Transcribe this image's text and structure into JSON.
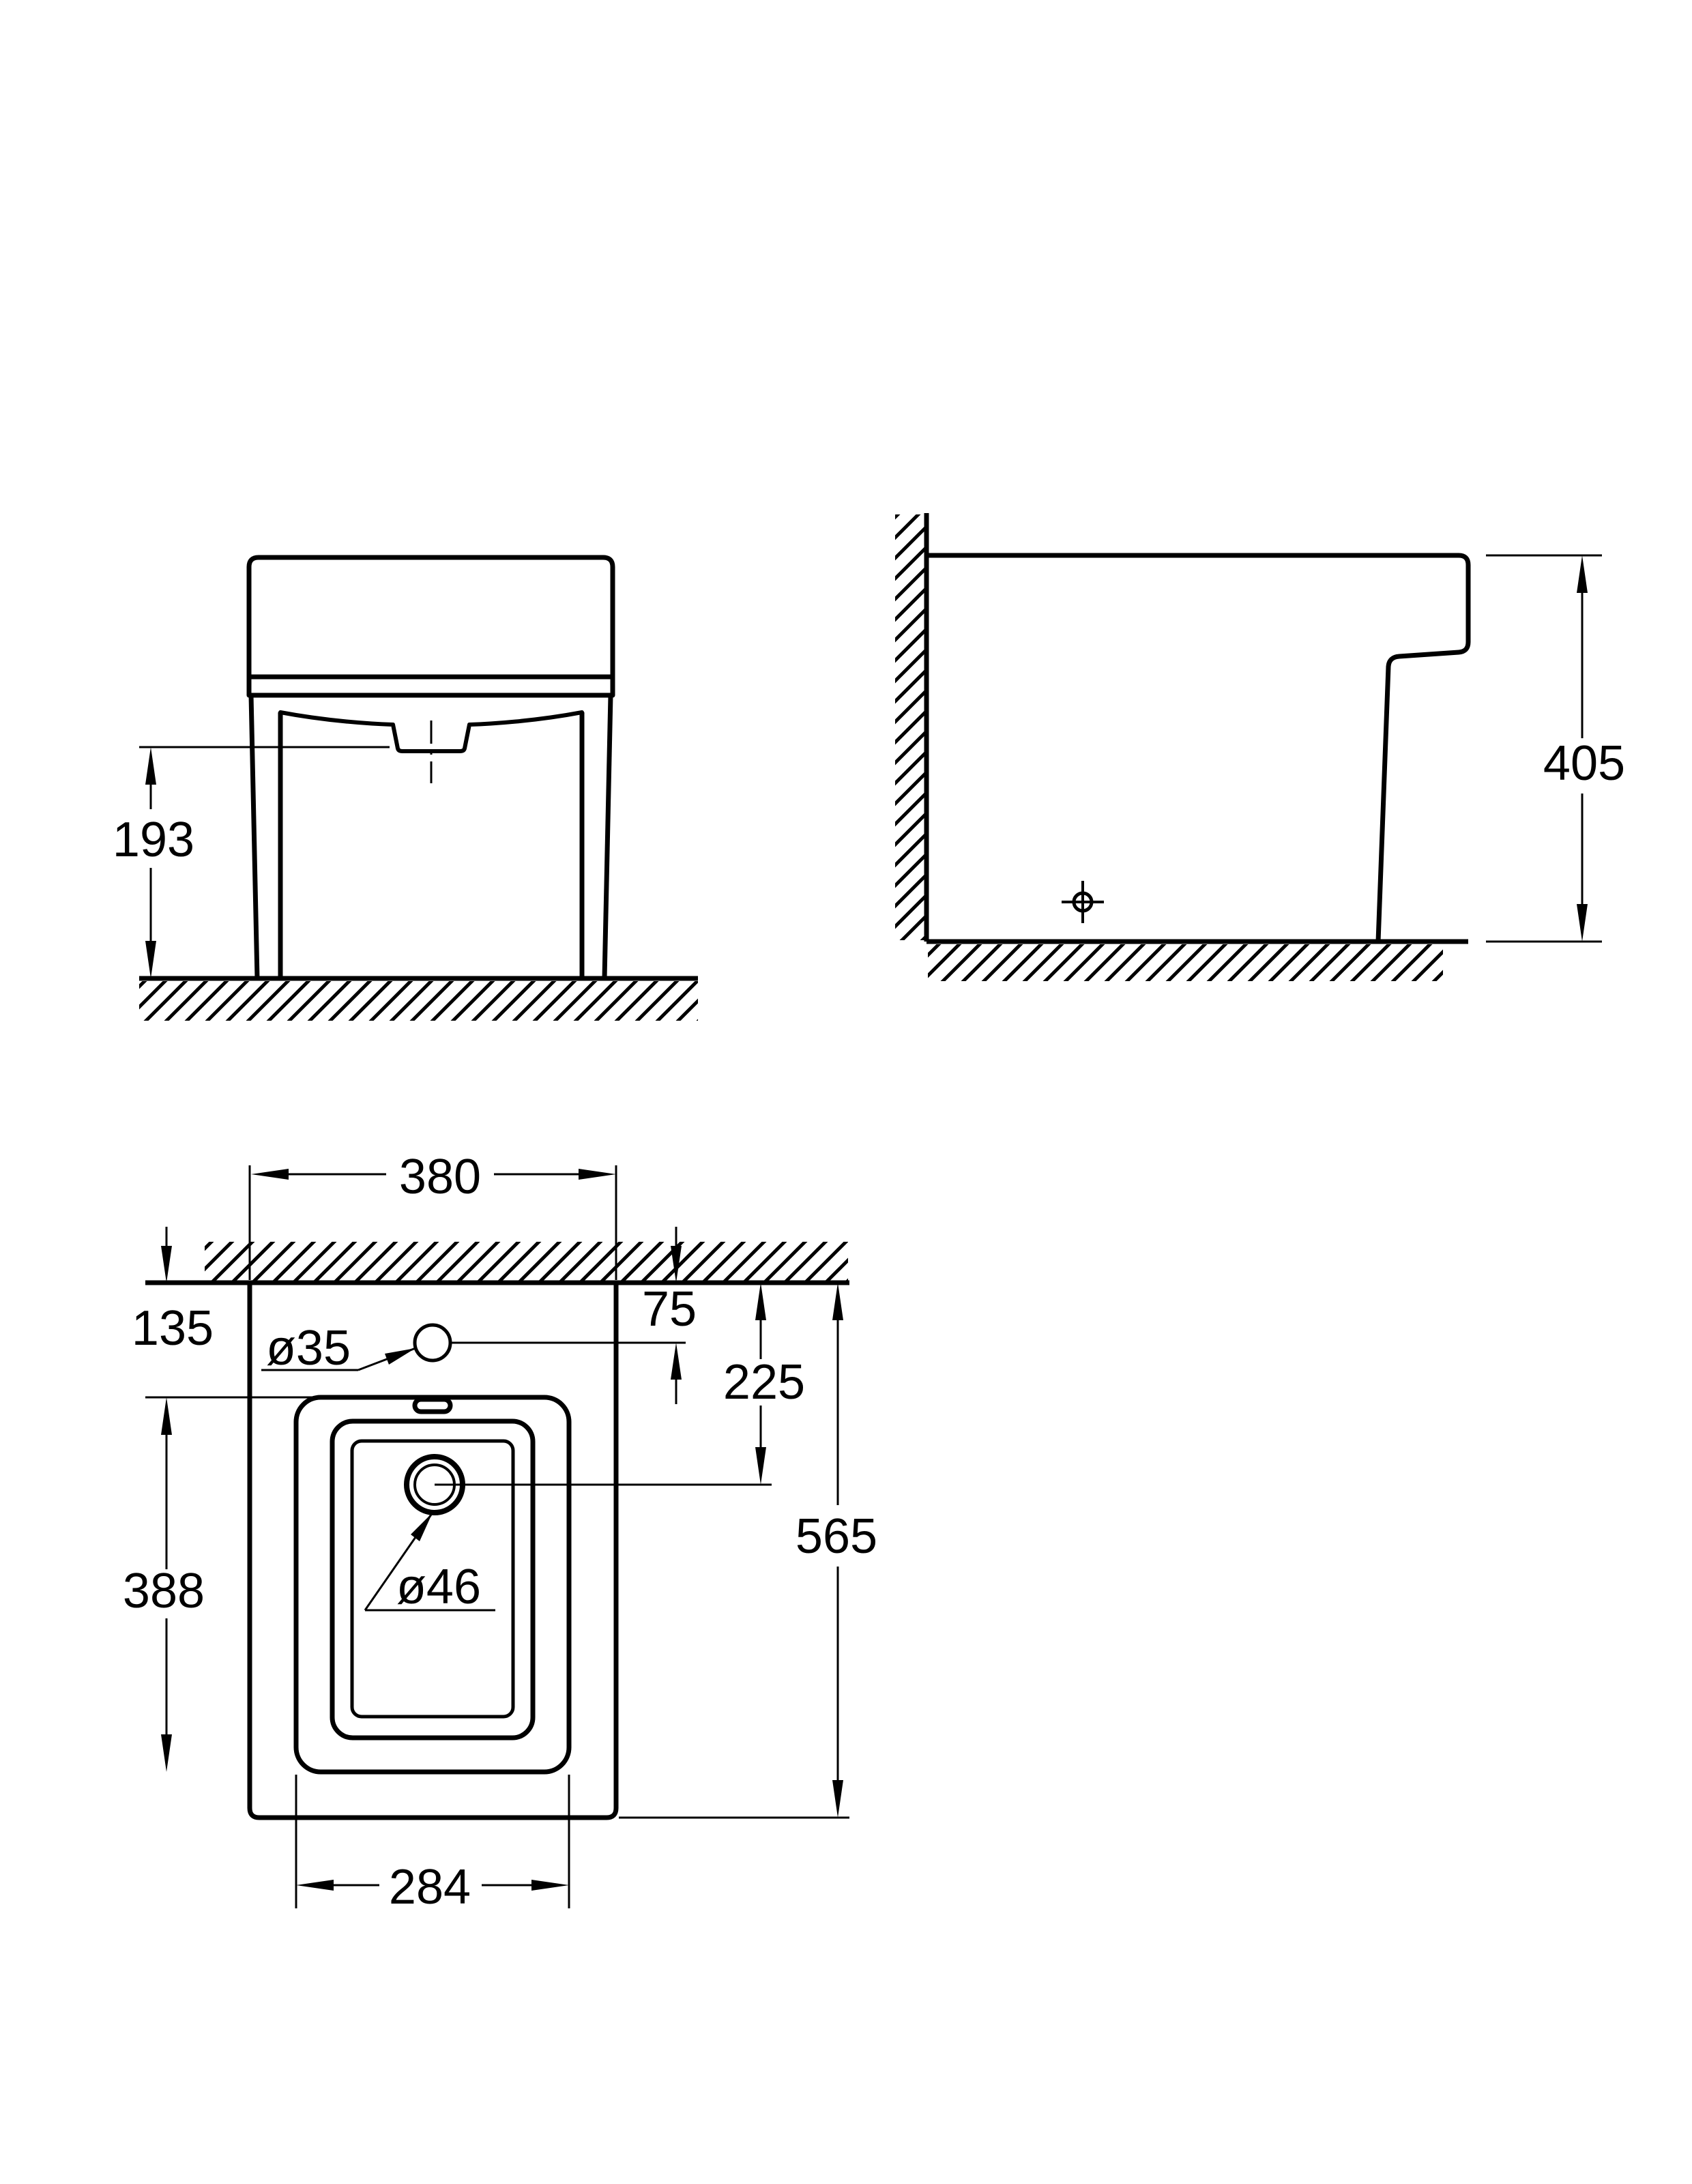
{
  "page": {
    "background": "#ffffff",
    "ink": "#000000"
  },
  "drawing": {
    "units": "mm",
    "front_view": {
      "drain_height": "193"
    },
    "side_view": {
      "overall_height": "405"
    },
    "plan_view": {
      "overall_width": "380",
      "wall_to_bowl_edge": "135",
      "tap_hole_diameter": "ø35",
      "wall_to_tap_hole": "75",
      "wall_to_drain_center": "225",
      "overall_depth": "565",
      "bowl_length": "388",
      "bowl_width": "284",
      "drain_diameter": "ø46"
    }
  }
}
